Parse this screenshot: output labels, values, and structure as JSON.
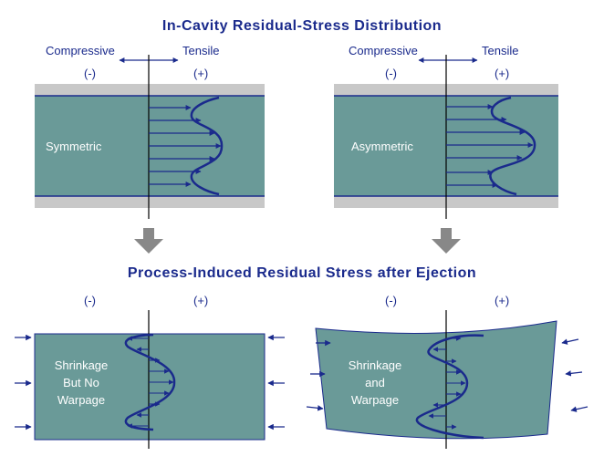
{
  "titles": {
    "top": "In-Cavity Residual-Stress Distribution",
    "bottom": "Process-Induced Residual Stress after Ejection"
  },
  "axis_labels": {
    "compressive": "Compressive",
    "tensile": "Tensile",
    "negative": "(-)",
    "positive": "(+)"
  },
  "panels": {
    "top_left": {
      "label": "Symmetric"
    },
    "top_right": {
      "label": "Asymmetric"
    },
    "bottom_left": {
      "label_lines": [
        "Shrinkage",
        "But No",
        "Warpage"
      ]
    },
    "bottom_right": {
      "label_lines": [
        "Shrinkage",
        "and",
        "Warpage"
      ]
    }
  },
  "colors": {
    "part_fill": "#6a9a98",
    "mold_gray": "#c8c8c8",
    "curve_blue": "#1a2a8c",
    "title_blue": "#1a2a8c",
    "arrow_gray": "#888888"
  }
}
